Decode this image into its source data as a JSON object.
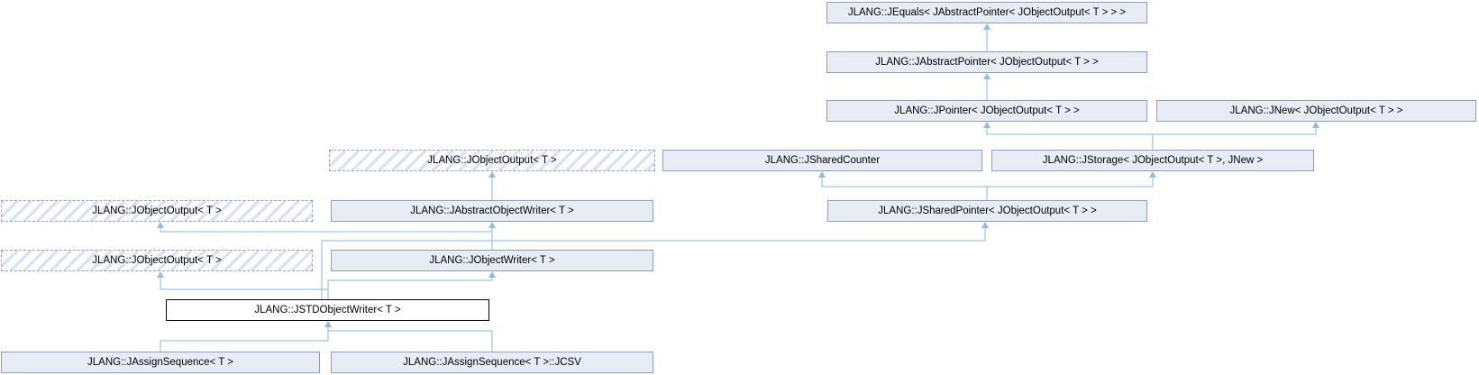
{
  "diagram": {
    "kind": "class-inheritance-graph",
    "main_class": "JLANG::JSTDObjectWriter< T >",
    "colors": {
      "background": "#ffffff",
      "node_fill": "#e8ecf5",
      "node_border": "#8b9dc3",
      "dashed_node_border": "#8fa0c8",
      "hatch_stripe": "#dbe3f2",
      "main_node_fill": "#ffffff",
      "main_node_border": "#000000",
      "edge_line": "#9cc3e4",
      "edge_arrow": "#8fbcdf",
      "text": "#000000"
    },
    "nodes": [
      {
        "id": "jequals",
        "label": "JLANG::JEquals< JAbstractPointer< JObjectOutput< T > > >",
        "style": "normal"
      },
      {
        "id": "jabstractpointer",
        "label": "JLANG::JAbstractPointer< JObjectOutput< T > >",
        "style": "normal"
      },
      {
        "id": "jpointer",
        "label": "JLANG::JPointer< JObjectOutput< T > >",
        "style": "normal"
      },
      {
        "id": "jnew",
        "label": "JLANG::JNew< JObjectOutput< T > >",
        "style": "normal"
      },
      {
        "id": "jobjectoutput-a",
        "label": "JLANG::JObjectOutput< T >",
        "style": "dashed"
      },
      {
        "id": "jsharedcounter",
        "label": "JLANG::JSharedCounter",
        "style": "normal"
      },
      {
        "id": "jstorage",
        "label": "JLANG::JStorage< JObjectOutput< T >, JNew >",
        "style": "normal"
      },
      {
        "id": "jobjectoutput-b",
        "label": "JLANG::JObjectOutput< T >",
        "style": "dashed"
      },
      {
        "id": "jabstractobjectwriter",
        "label": "JLANG::JAbstractObjectWriter< T >",
        "style": "normal"
      },
      {
        "id": "jsharedpointer",
        "label": "JLANG::JSharedPointer< JObjectOutput< T > >",
        "style": "normal"
      },
      {
        "id": "jobjectoutput-c",
        "label": "JLANG::JObjectOutput< T >",
        "style": "dashed"
      },
      {
        "id": "jobjectwriter",
        "label": "JLANG::JObjectWriter< T >",
        "style": "normal"
      },
      {
        "id": "jstdobjectwriter",
        "label": "JLANG::JSTDObjectWriter< T >",
        "style": "main"
      },
      {
        "id": "jassignsequence",
        "label": "JLANG::JAssignSequence< T >",
        "style": "normal"
      },
      {
        "id": "jassignsequence-jcsv",
        "label": "JLANG::JAssignSequence< T >::JCSV",
        "style": "normal"
      }
    ],
    "edges": [
      {
        "from": "jabstractpointer",
        "to": "jequals"
      },
      {
        "from": "jpointer",
        "to": "jabstractpointer"
      },
      {
        "from": "jstorage",
        "to": "jpointer"
      },
      {
        "from": "jstorage",
        "to": "jnew"
      },
      {
        "from": "jsharedpointer",
        "to": "jsharedcounter"
      },
      {
        "from": "jsharedpointer",
        "to": "jstorage"
      },
      {
        "from": "jabstractobjectwriter",
        "to": "jobjectoutput-a"
      },
      {
        "from": "jobjectwriter",
        "to": "jobjectoutput-b"
      },
      {
        "from": "jobjectwriter",
        "to": "jabstractobjectwriter"
      },
      {
        "from": "jstdobjectwriter",
        "to": "jsharedpointer"
      },
      {
        "from": "jstdobjectwriter",
        "to": "jobjectoutput-c"
      },
      {
        "from": "jstdobjectwriter",
        "to": "jobjectwriter"
      },
      {
        "from": "jassignsequence",
        "to": "jstdobjectwriter"
      },
      {
        "from": "jassignsequence-jcsv",
        "to": "jstdobjectwriter"
      }
    ]
  }
}
